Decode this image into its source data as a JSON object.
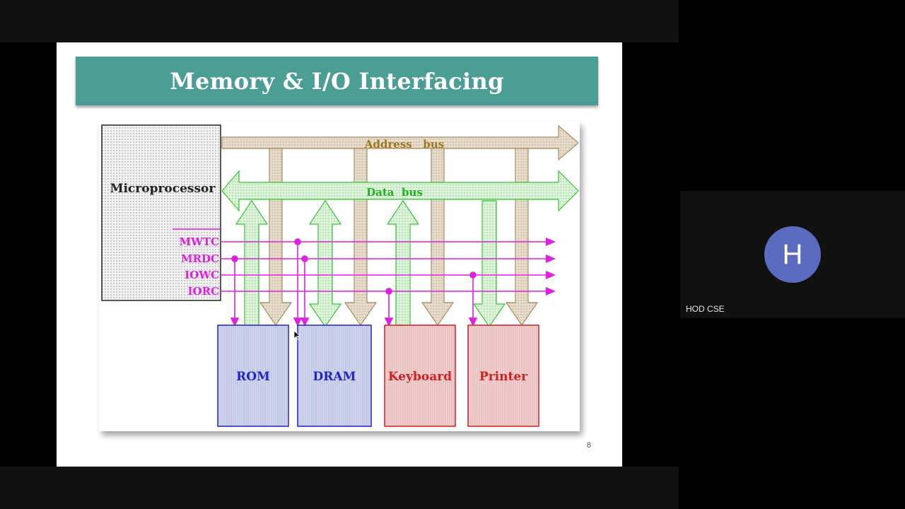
{
  "slide": {
    "title": "Memory &  I/O Interfacing",
    "page_number": "8"
  },
  "diagram": {
    "processor_label": "Microprocessor",
    "address_bus_label": "Address   bus",
    "data_bus_label": "Data  bus",
    "control_signals": [
      "MWTC",
      "MRDC",
      "IOWC",
      "IORC"
    ],
    "devices": [
      {
        "label": "ROM",
        "color": "#2323c8"
      },
      {
        "label": "DRAM",
        "color": "#2323c8"
      },
      {
        "label": "Keyboard",
        "color": "#d02020"
      },
      {
        "label": "Printer",
        "color": "#d02020"
      }
    ],
    "colors": {
      "address_bus": "#a88a5e",
      "data_bus": "#34c434",
      "control": "#e020e0"
    }
  },
  "participant": {
    "initial": "H",
    "name": "HOD CSE",
    "avatar_color": "#5b6bc0"
  }
}
